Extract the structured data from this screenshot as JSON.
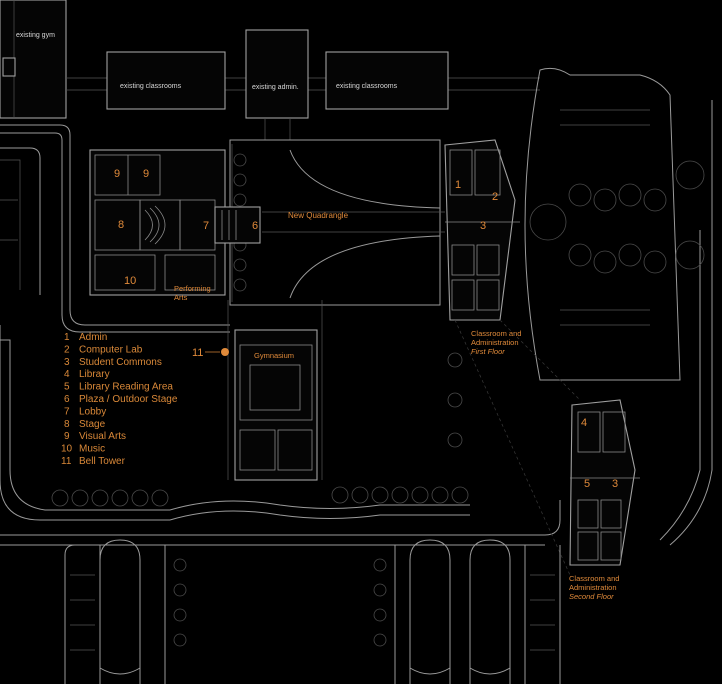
{
  "existing_labels": {
    "gym": "existing gym",
    "classrooms_left": "existing classrooms",
    "admin": "existing admin.",
    "classrooms_right": "existing classrooms"
  },
  "area_labels": {
    "new_quadrangle": "New Quadrangle",
    "performing_arts": "Performing Arts",
    "gymnasium": "Gymnasium"
  },
  "captions": {
    "first_floor": {
      "line1": "Classroom and",
      "line2": "Administration",
      "line3": "First Floor"
    },
    "second_floor": {
      "line1": "Classroom and",
      "line2": "Administration",
      "line3": "Second Floor"
    }
  },
  "plan_numbers": {
    "n9a": "9",
    "n9b": "9",
    "n8": "8",
    "n7": "7",
    "n6": "6",
    "n10": "10",
    "n1": "1",
    "n2": "2",
    "n3": "3",
    "n11": "11",
    "n4b": "4",
    "n5b": "5",
    "n3b": "3"
  },
  "legend": [
    {
      "num": "1",
      "label": "Admin"
    },
    {
      "num": "2",
      "label": "Computer Lab"
    },
    {
      "num": "3",
      "label": "Student Commons"
    },
    {
      "num": "4",
      "label": "Library"
    },
    {
      "num": "5",
      "label": "Library Reading Area"
    },
    {
      "num": "6",
      "label": "Plaza / Outdoor Stage"
    },
    {
      "num": "7",
      "label": "Lobby"
    },
    {
      "num": "8",
      "label": "Stage"
    },
    {
      "num": "9",
      "label": "Visual Arts"
    },
    {
      "num": "10",
      "label": "Music"
    },
    {
      "num": "11",
      "label": "Bell Tower"
    }
  ],
  "colors": {
    "background": "#000000",
    "label_accent": "#e08a3a",
    "linework": "#9a9a9a"
  }
}
